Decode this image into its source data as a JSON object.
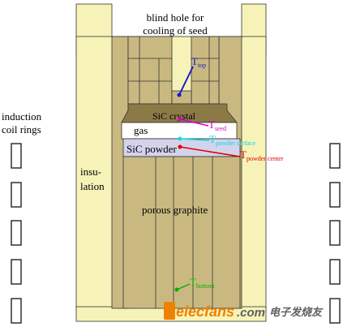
{
  "labels": {
    "blind_hole_line1": "blind hole for",
    "blind_hole_line2": "cooling of seed",
    "induction_line1": "induction",
    "induction_line2": "coil rings",
    "insulation_line1": "insu-",
    "insulation_line2": "lation",
    "sic_crystal": "SiC crystal",
    "gas": "gas",
    "sic_powder": "SiC powder",
    "porous_graphite": "porous graphite"
  },
  "temperatures": {
    "top": {
      "base": "T",
      "sub": "top"
    },
    "seed": {
      "base": "T",
      "sub": "seed"
    },
    "powder_surface": {
      "base": "T",
      "sub": "powder surface"
    },
    "powder_center": {
      "base": "T",
      "sub": "powder center"
    },
    "bottom": {
      "base": "T",
      "sub": "bottom"
    }
  },
  "watermark": {
    "brand": "elecfans",
    "domain": ".com",
    "chinese": "电子发烧友"
  },
  "colors": {
    "insulation": "#f7f3b8",
    "graphite": "#c9b981",
    "crystal_dark": "#8c7a46",
    "gas": "#ffffff",
    "powder": "#d3d3ec",
    "t_top": "#1a1acc",
    "t_seed": "#d400c8",
    "t_powder_surface": "#00e0e0",
    "t_powder_center": "#e00000",
    "t_bottom": "#00b000",
    "watermark_orange": "#f08000",
    "watermark_gray": "#606060"
  }
}
